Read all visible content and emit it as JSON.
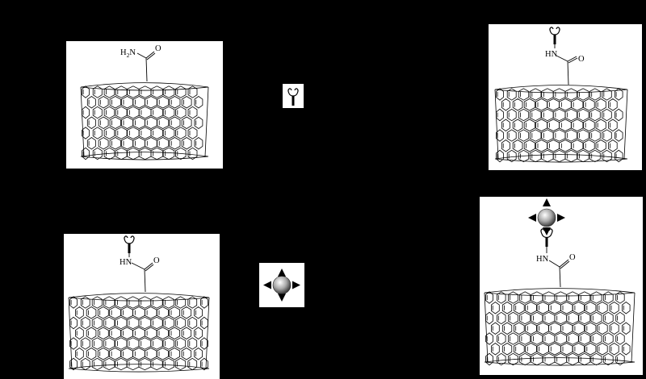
{
  "panels": {
    "amide_cnt": {
      "group_label": "H2N",
      "group_label_main": "H",
      "group_label_sub": "2",
      "group_label_tail": "N",
      "carbonyl_label": "O"
    },
    "receptor_cnt": {
      "amine_label": "HN",
      "carbonyl_label": "O"
    },
    "receptor_cnt_copy": {
      "amine_label": "HN",
      "carbonyl_label": "O"
    },
    "complex_cnt": {
      "amine_label": "HN",
      "carbonyl_label": "O"
    }
  },
  "reagents": {
    "receptor": {
      "icon": "receptor-icon"
    },
    "ligand": {
      "icon": "sphere-ligand-icon"
    }
  },
  "colors": {
    "background": "#000000",
    "panel": "#ffffff",
    "ink": "#000000",
    "sphere_light": "#ffffff",
    "sphere_dark": "#555555"
  }
}
